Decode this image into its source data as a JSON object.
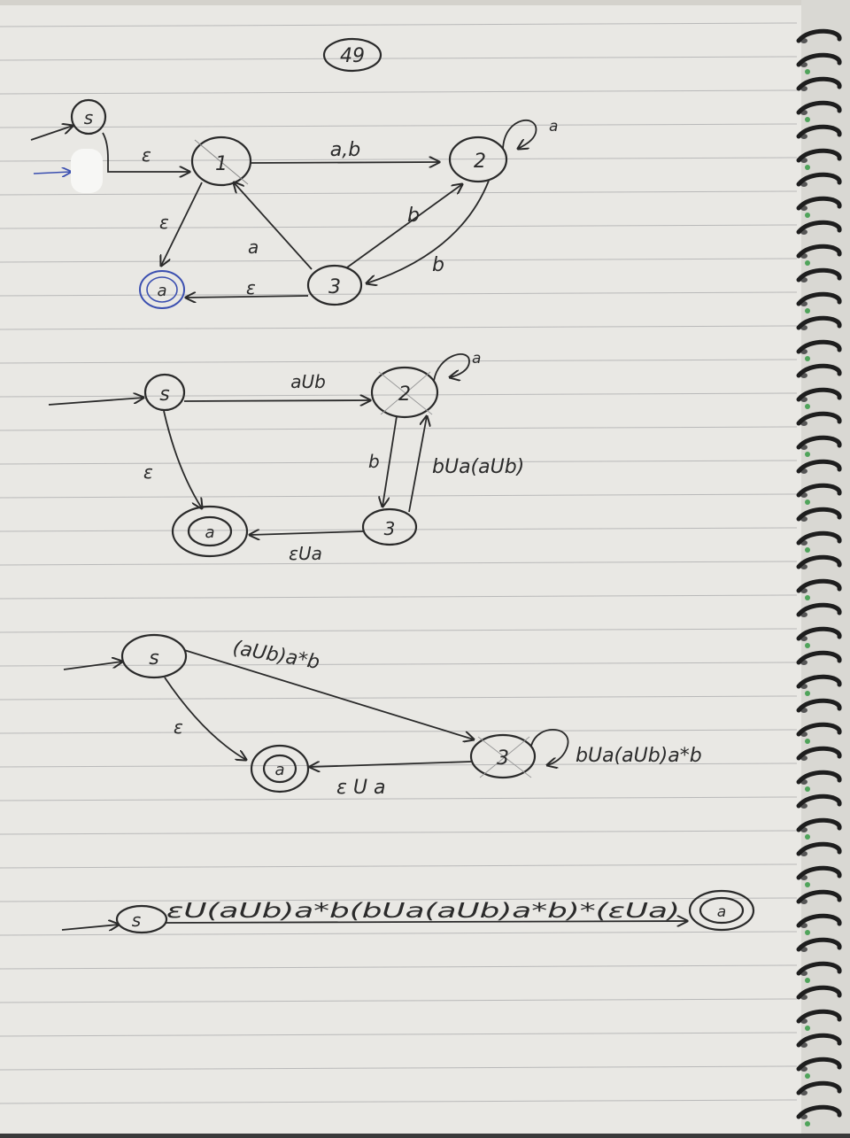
{
  "page_number": "49",
  "diagram1": {
    "states": {
      "s": "s",
      "n1": "1",
      "n2": "2",
      "n3": "3",
      "accept": "a"
    },
    "edges": {
      "s_to_1": "ε",
      "n1_to_2": "a,b",
      "n2_loop": "a",
      "n2_to_3": "b",
      "n3_to_2": "b",
      "n3_to_1": "a",
      "n1_to_accept": "ε",
      "n3_to_accept": "ε"
    }
  },
  "diagram2": {
    "states": {
      "s": "s",
      "n2": "2",
      "n3": "3",
      "accept": "a"
    },
    "edges": {
      "s_to_2": "aUb",
      "n2_loop": "a",
      "n2_to_3": "b",
      "n3_to_2": "bUa(aUb)",
      "s_to_accept": "ε",
      "n3_to_accept": "εUa"
    }
  },
  "diagram3": {
    "states": {
      "s": "s",
      "n3": "3",
      "accept": "a"
    },
    "edges": {
      "s_to_3": "(aUb)a*b",
      "n3_loop": "bUa(aUb)a*b",
      "s_to_accept": "ε",
      "n3_to_accept": "ε U a"
    }
  },
  "final": {
    "start": "s",
    "expression": "εU(aUb)a*b(bUa(aUb)a*b)*(εUa)",
    "accept": "a"
  },
  "colors": {
    "paper": "#e9e8e4",
    "ink": "#2a2a2a",
    "rule": "#b9b9b9",
    "blue_ink": "#3b4fb0",
    "spiral": "#1e1e1e",
    "binding_green": "#4fa35a"
  }
}
